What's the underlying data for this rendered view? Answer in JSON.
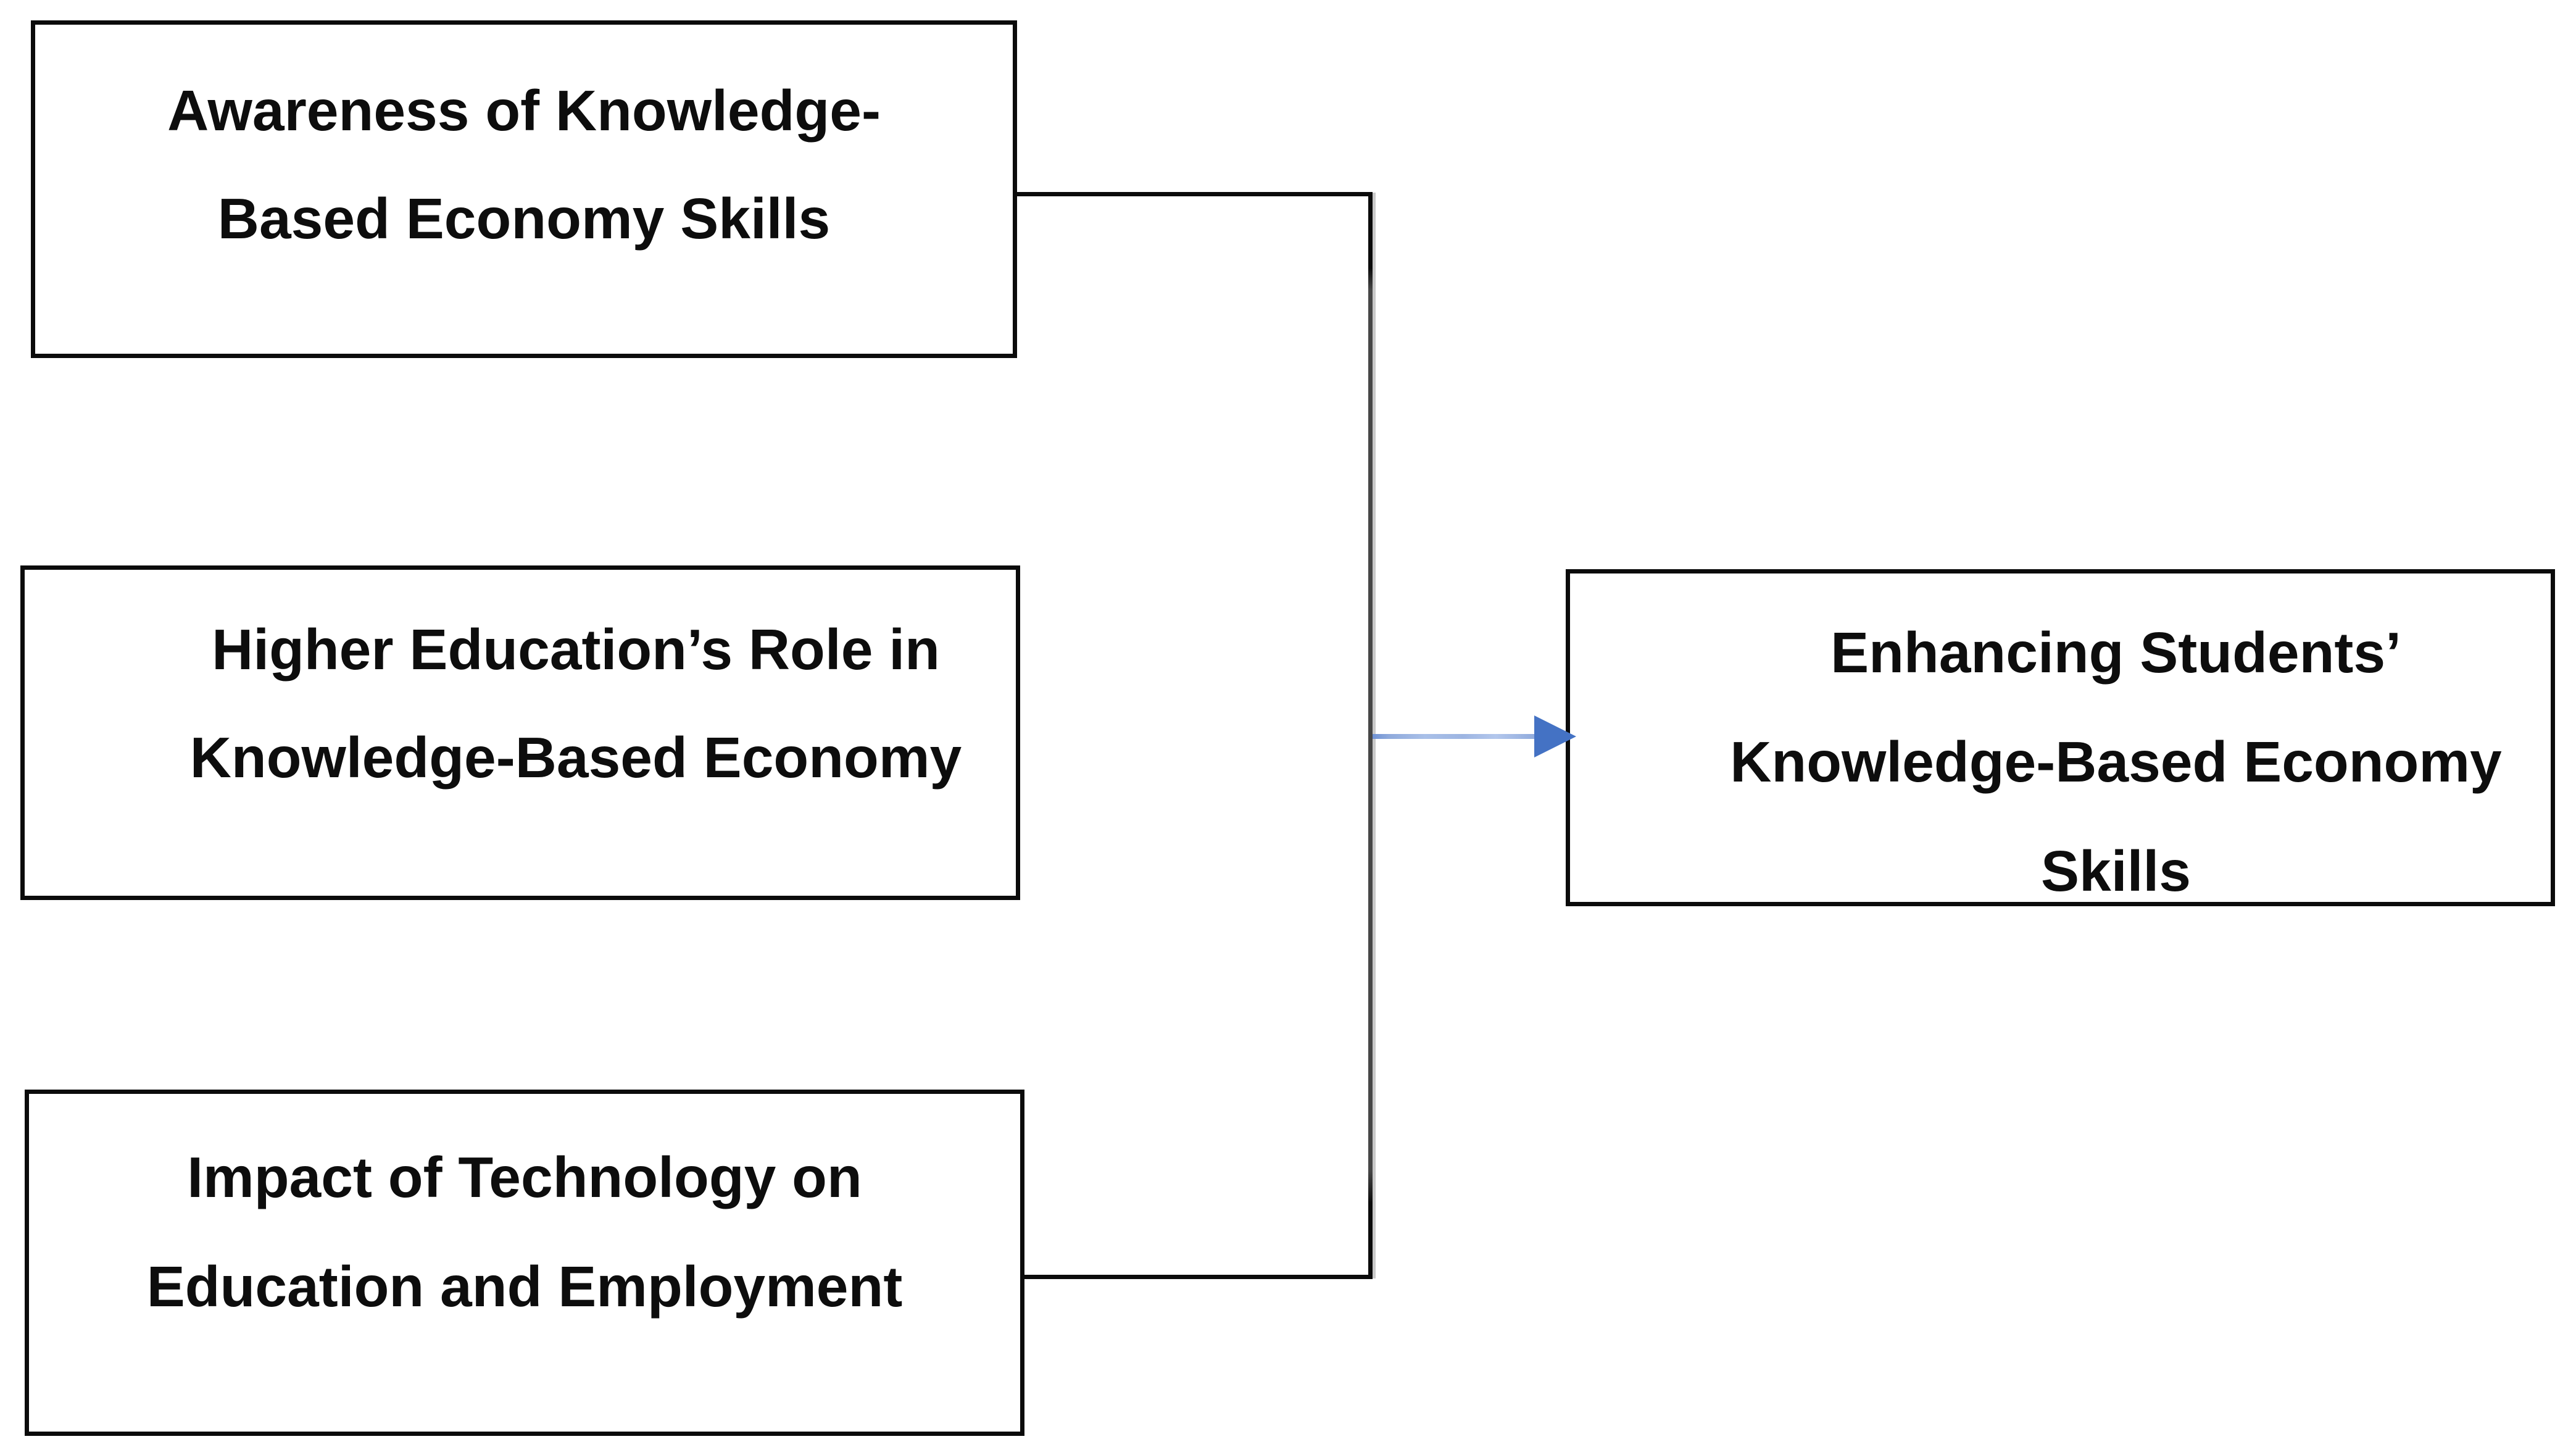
{
  "diagram": {
    "nodes": {
      "awareness": {
        "lines": [
          "Awareness of Knowledge-",
          "Based Economy Skills"
        ]
      },
      "higher_education": {
        "lines": [
          "Higher Education’s Role in",
          "Knowledge-Based Economy"
        ]
      },
      "technology_impact": {
        "lines": [
          "Impact of Technology on",
          "Education and Employment"
        ]
      },
      "outcome": {
        "lines": [
          "Enhancing Students’",
          "Knowledge-Based Economy",
          "Skills"
        ]
      }
    },
    "colors": {
      "background": "#ffffff",
      "text": "#0d0d0d",
      "box_border": "#0b0b0b",
      "connector_black": "#0b0b0b",
      "connector_gray": "#474747",
      "connector_gray_edge": "#c9c9c9",
      "arrow_shaft": "#8faadc",
      "arrow_head": "#4472c4"
    }
  }
}
